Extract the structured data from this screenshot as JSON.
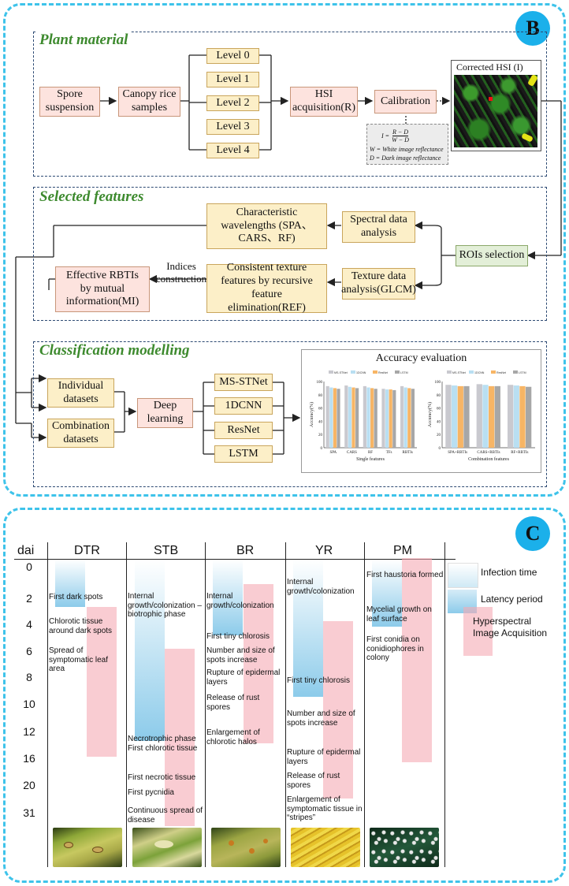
{
  "panel_b": {
    "badge": "B",
    "plant_material": {
      "title": "Plant material",
      "spore": "Spore suspension",
      "canopy": "Canopy rice samples",
      "levels": [
        "Level 0",
        "Level 1",
        "Level 2",
        "Level 3",
        "Level 4"
      ],
      "hsi": "HSI acquisition(R)",
      "calibration": "Calibration",
      "corrected": "Corrected HSI (I)",
      "formula_lhs": "I =",
      "formula_num": "R − D",
      "formula_den": "W − D",
      "formula_w": "W = White image reflectance",
      "formula_d": "D = Dark image reflectance"
    },
    "selected_features": {
      "title": "Selected features",
      "characteristic": "Characteristic wavelengths (SPA、CARS、RF)",
      "spectral": "Spectral data analysis",
      "rois": "ROIs selection",
      "consistent": "Consistent texture features by recursive feature elimination(REF)",
      "texture": "Texture data analysis(GLCM)",
      "effective": "Effective RBTIs by mutual information(MI)",
      "indices": "Indices construction"
    },
    "classification": {
      "title": "Classification modelling",
      "individual": "Individual datasets",
      "combination": "Combination datasets",
      "deep": "Deep learning",
      "models": [
        "MS-STNet",
        "1DCNN",
        "ResNet",
        "LSTM"
      ],
      "accuracy_title": "Accuracy evaluation"
    }
  },
  "chart_data": [
    {
      "type": "bar",
      "title": "",
      "xlabel": "Single features",
      "ylabel": "Accuracy(%)",
      "ylim": [
        0,
        100
      ],
      "yticks": [
        "0",
        "20",
        "40",
        "60",
        "80",
        "100"
      ],
      "categories": [
        "SPA",
        "CARS",
        "RF",
        "TFs",
        "RBTIs"
      ],
      "series": [
        {
          "name": "MS-STNet",
          "values": [
            93,
            94,
            93,
            89,
            93
          ]
        },
        {
          "name": "1DCNN",
          "values": [
            91,
            92,
            91,
            88,
            91
          ]
        },
        {
          "name": "ResNet",
          "values": [
            90,
            91,
            90,
            88,
            90
          ]
        },
        {
          "name": "LSTM",
          "values": [
            89,
            90,
            89,
            87,
            89
          ]
        }
      ],
      "colors": [
        "#c9c9cf",
        "#b9dff2",
        "#f7b565",
        "#a7a7a7"
      ]
    },
    {
      "type": "bar",
      "title": "",
      "xlabel": "Combination features",
      "ylabel": "Accuracy(%)",
      "ylim": [
        0,
        100
      ],
      "yticks": [
        "0",
        "20",
        "40",
        "60",
        "80",
        "100"
      ],
      "categories": [
        "SPA+RBTIs",
        "CARS+RBTIs",
        "RF+RBTIs"
      ],
      "series": [
        {
          "name": "MS-STNet",
          "values": [
            95,
            96,
            95
          ]
        },
        {
          "name": "1DCNN",
          "values": [
            94,
            95,
            94
          ]
        },
        {
          "name": "ResNet",
          "values": [
            93,
            93,
            93
          ]
        },
        {
          "name": "LSTM",
          "values": [
            93,
            93,
            92
          ]
        }
      ],
      "colors": [
        "#c9c9cf",
        "#b9dff2",
        "#f7b565",
        "#a7a7a7"
      ]
    }
  ],
  "panel_c": {
    "badge": "C",
    "dai_label": "dai",
    "y_labels": [
      "0",
      "2",
      "4",
      "6",
      "8",
      "10",
      "12",
      "16",
      "20",
      "31"
    ],
    "columns": [
      {
        "name": "DTR",
        "notes": [
          "First dark spots",
          "Chlorotic tissue around dark spots",
          "Spread of symptomatic leaf area"
        ]
      },
      {
        "name": "STB",
        "notes": [
          "Internal growth/colonization – biotrophic phase",
          "Necrotrophic phase",
          "First chlorotic tissue",
          "First necrotic tissue",
          "First pycnidia",
          "Continuous spread of disease"
        ]
      },
      {
        "name": "BR",
        "notes": [
          "Internal growth/colonization",
          "First tiny chlorosis",
          "Number and size of spots increase",
          "Rupture of epidermal layers",
          "Release of rust spores",
          "Enlargement of chlorotic halos"
        ]
      },
      {
        "name": "YR",
        "notes": [
          "Internal growth/colonization",
          "First tiny chlorosis",
          "Number and size of spots increase",
          "Rupture of epidermal layers",
          "Release of rust spores",
          "Enlargement of symptomatic tissue in “stripes”"
        ]
      },
      {
        "name": "PM",
        "notes": [
          "First haustoria formed",
          "Mycelial growth on leaf surface",
          "First conidia on conidiophores in colony"
        ]
      }
    ],
    "legend": {
      "infection": "Infection time",
      "latency": "Latency period",
      "hyper": "Hyperspectral Image Acquisition"
    }
  }
}
